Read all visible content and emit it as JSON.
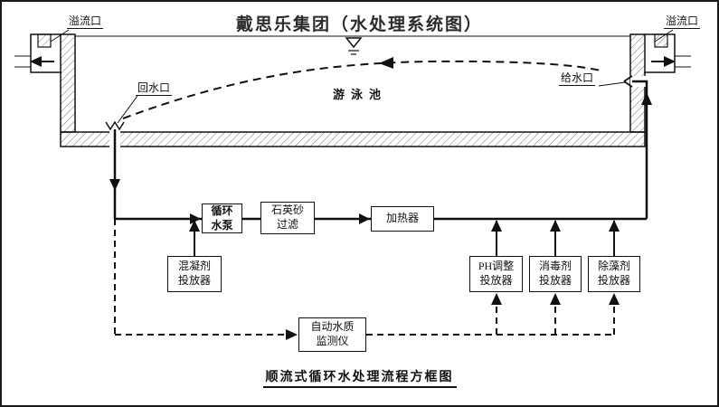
{
  "header": {
    "title": "戴思乐集团（水处理系统图）"
  },
  "pool": {
    "name": "游泳池",
    "overflow_left_label": "溢流口",
    "overflow_right_label": "溢流口",
    "return_port_label": "回水口",
    "supply_port_label": "给水口"
  },
  "process": {
    "pump": "循环\n水泵",
    "filter": "石英砂\n过滤",
    "heater": "加热器",
    "coagulant_doser": "混凝剂\n投放器",
    "ph_doser": "PH调整\n投放器",
    "disinfectant_doser": "消毒剂\n投放器",
    "algaecide_doser": "除藻剂\n投放器",
    "monitor": "自动水质\n监测仪"
  },
  "footer": {
    "caption": "顺流式循环水处理流程方框图"
  }
}
